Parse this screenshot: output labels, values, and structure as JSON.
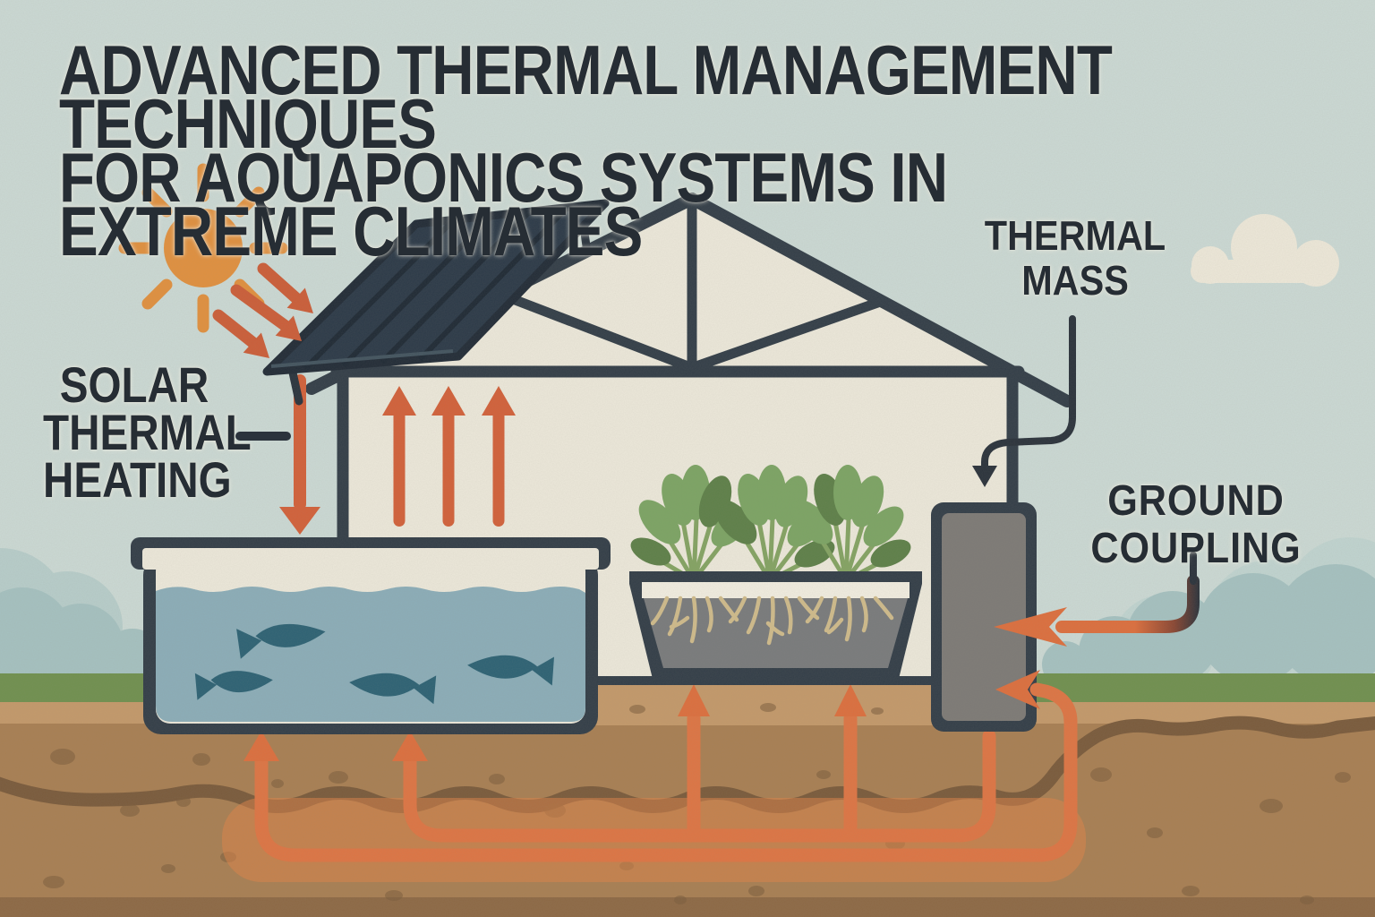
{
  "title": {
    "line1": "ADVANCED THERMAL MANAGEMENT TECHNIQUES",
    "line2": "FOR AQUAPONICS SYSTEMS IN EXTREME CLIMATES"
  },
  "labels": {
    "solar_thermal_heating": {
      "lines": [
        "SOLAR",
        "THERMAL",
        "HEATING"
      ]
    },
    "thermal_mass": {
      "lines": [
        "THERMAL",
        "MASS"
      ]
    },
    "ground_coupling": {
      "lines": [
        "GROUND",
        "COUPLING"
      ]
    }
  },
  "diagram": {
    "type": "infographic-illustration",
    "subject": "Thermal management of an aquaponics greenhouse",
    "elements": [
      "sun with 8 rays radiating",
      "three orange solar radiation arrows from sun to solar panel",
      "tilted dark solar thermal panel mounted above left roof slope",
      "greenhouse with triangular roof truss (king post and two diagonals)",
      "long orange arrow from panel down to fish tank",
      "three orange convection arrows rising inside greenhouse",
      "fish tank with wavy water line and 4 fish",
      "grow bed with 3 leafy plants and hanging roots",
      "gray thermal mass column at right wall with dark arrow pointing into its top",
      "orange ground-coupling arrows entering right side of thermal mass",
      "underground orange heat-exchange pipe loops with 4 upward arrows",
      "soil cross-section with wavy dark stratum, speckles and warm orange glow",
      "green grass strip, blue-gray shrub silhouettes, cream cloud in sky"
    ],
    "counts": {
      "fish": 4,
      "plants": 3,
      "rising_arrows_inside": 3,
      "underground_up_arrows": 4,
      "sun_rays": 8,
      "sun_beam_arrows": 3
    }
  },
  "colors": {
    "sky": "#cbd9d4",
    "text_dark": "#262d34",
    "outline_dark": "#333e48",
    "house_cream": "#ece8da",
    "sun_orange": "#e0903f",
    "heat_arrow_orange": "#d2613a",
    "pipe_orange": "#dd7544",
    "water_blue": "#8badb8",
    "fish_blue": "#2d6274",
    "plant_green": "#7ca464",
    "plant_green_dark": "#5e8049",
    "root_tan": "#cfbb8b",
    "bed_gray": "#797b7c",
    "block_gray": "#7d7a76",
    "grass_green": "#70904f",
    "soil_tan": "#c3996a",
    "soil_brown": "#a87f53",
    "soil_stratum": "#7a5b3c",
    "soil_deep": "#8d6945",
    "bush_bluegray": "#a5c1c0",
    "cloud_cream": "#ede8d9"
  }
}
